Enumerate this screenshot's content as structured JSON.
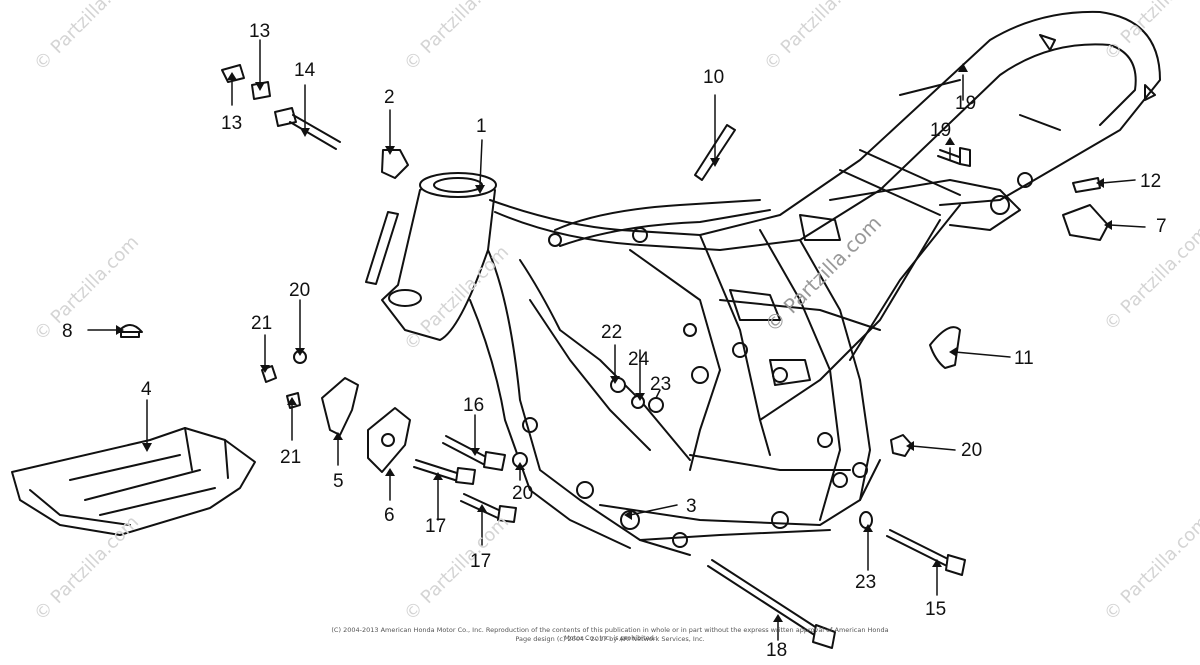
{
  "watermark": "© Partzilla.com",
  "callouts": {
    "c1": "1",
    "c2": "2",
    "c3": "3",
    "c4": "4",
    "c5": "5",
    "c6": "6",
    "c7": "7",
    "c8": "8",
    "c10": "10",
    "c11": "11",
    "c12": "12",
    "c13a": "13",
    "c13b": "13",
    "c14": "14",
    "c15": "15",
    "c16": "16",
    "c17a": "17",
    "c17b": "17",
    "c18": "18",
    "c19a": "19",
    "c19b": "19",
    "c20a": "20",
    "c20b": "20",
    "c20c": "20",
    "c21a": "21",
    "c21b": "21",
    "c22": "22",
    "c23a": "23",
    "c23b": "23",
    "c24": "24"
  },
  "footer": {
    "line1": "(C) 2004-2013 American Honda Motor Co., Inc. Reproduction of the contents of this publication in whole or in part without the express written approval of American Honda Motor Co., Inc. is prohibited.",
    "line2": "Page design (c) 2004 - 2017 by ARI Network Services, Inc."
  }
}
